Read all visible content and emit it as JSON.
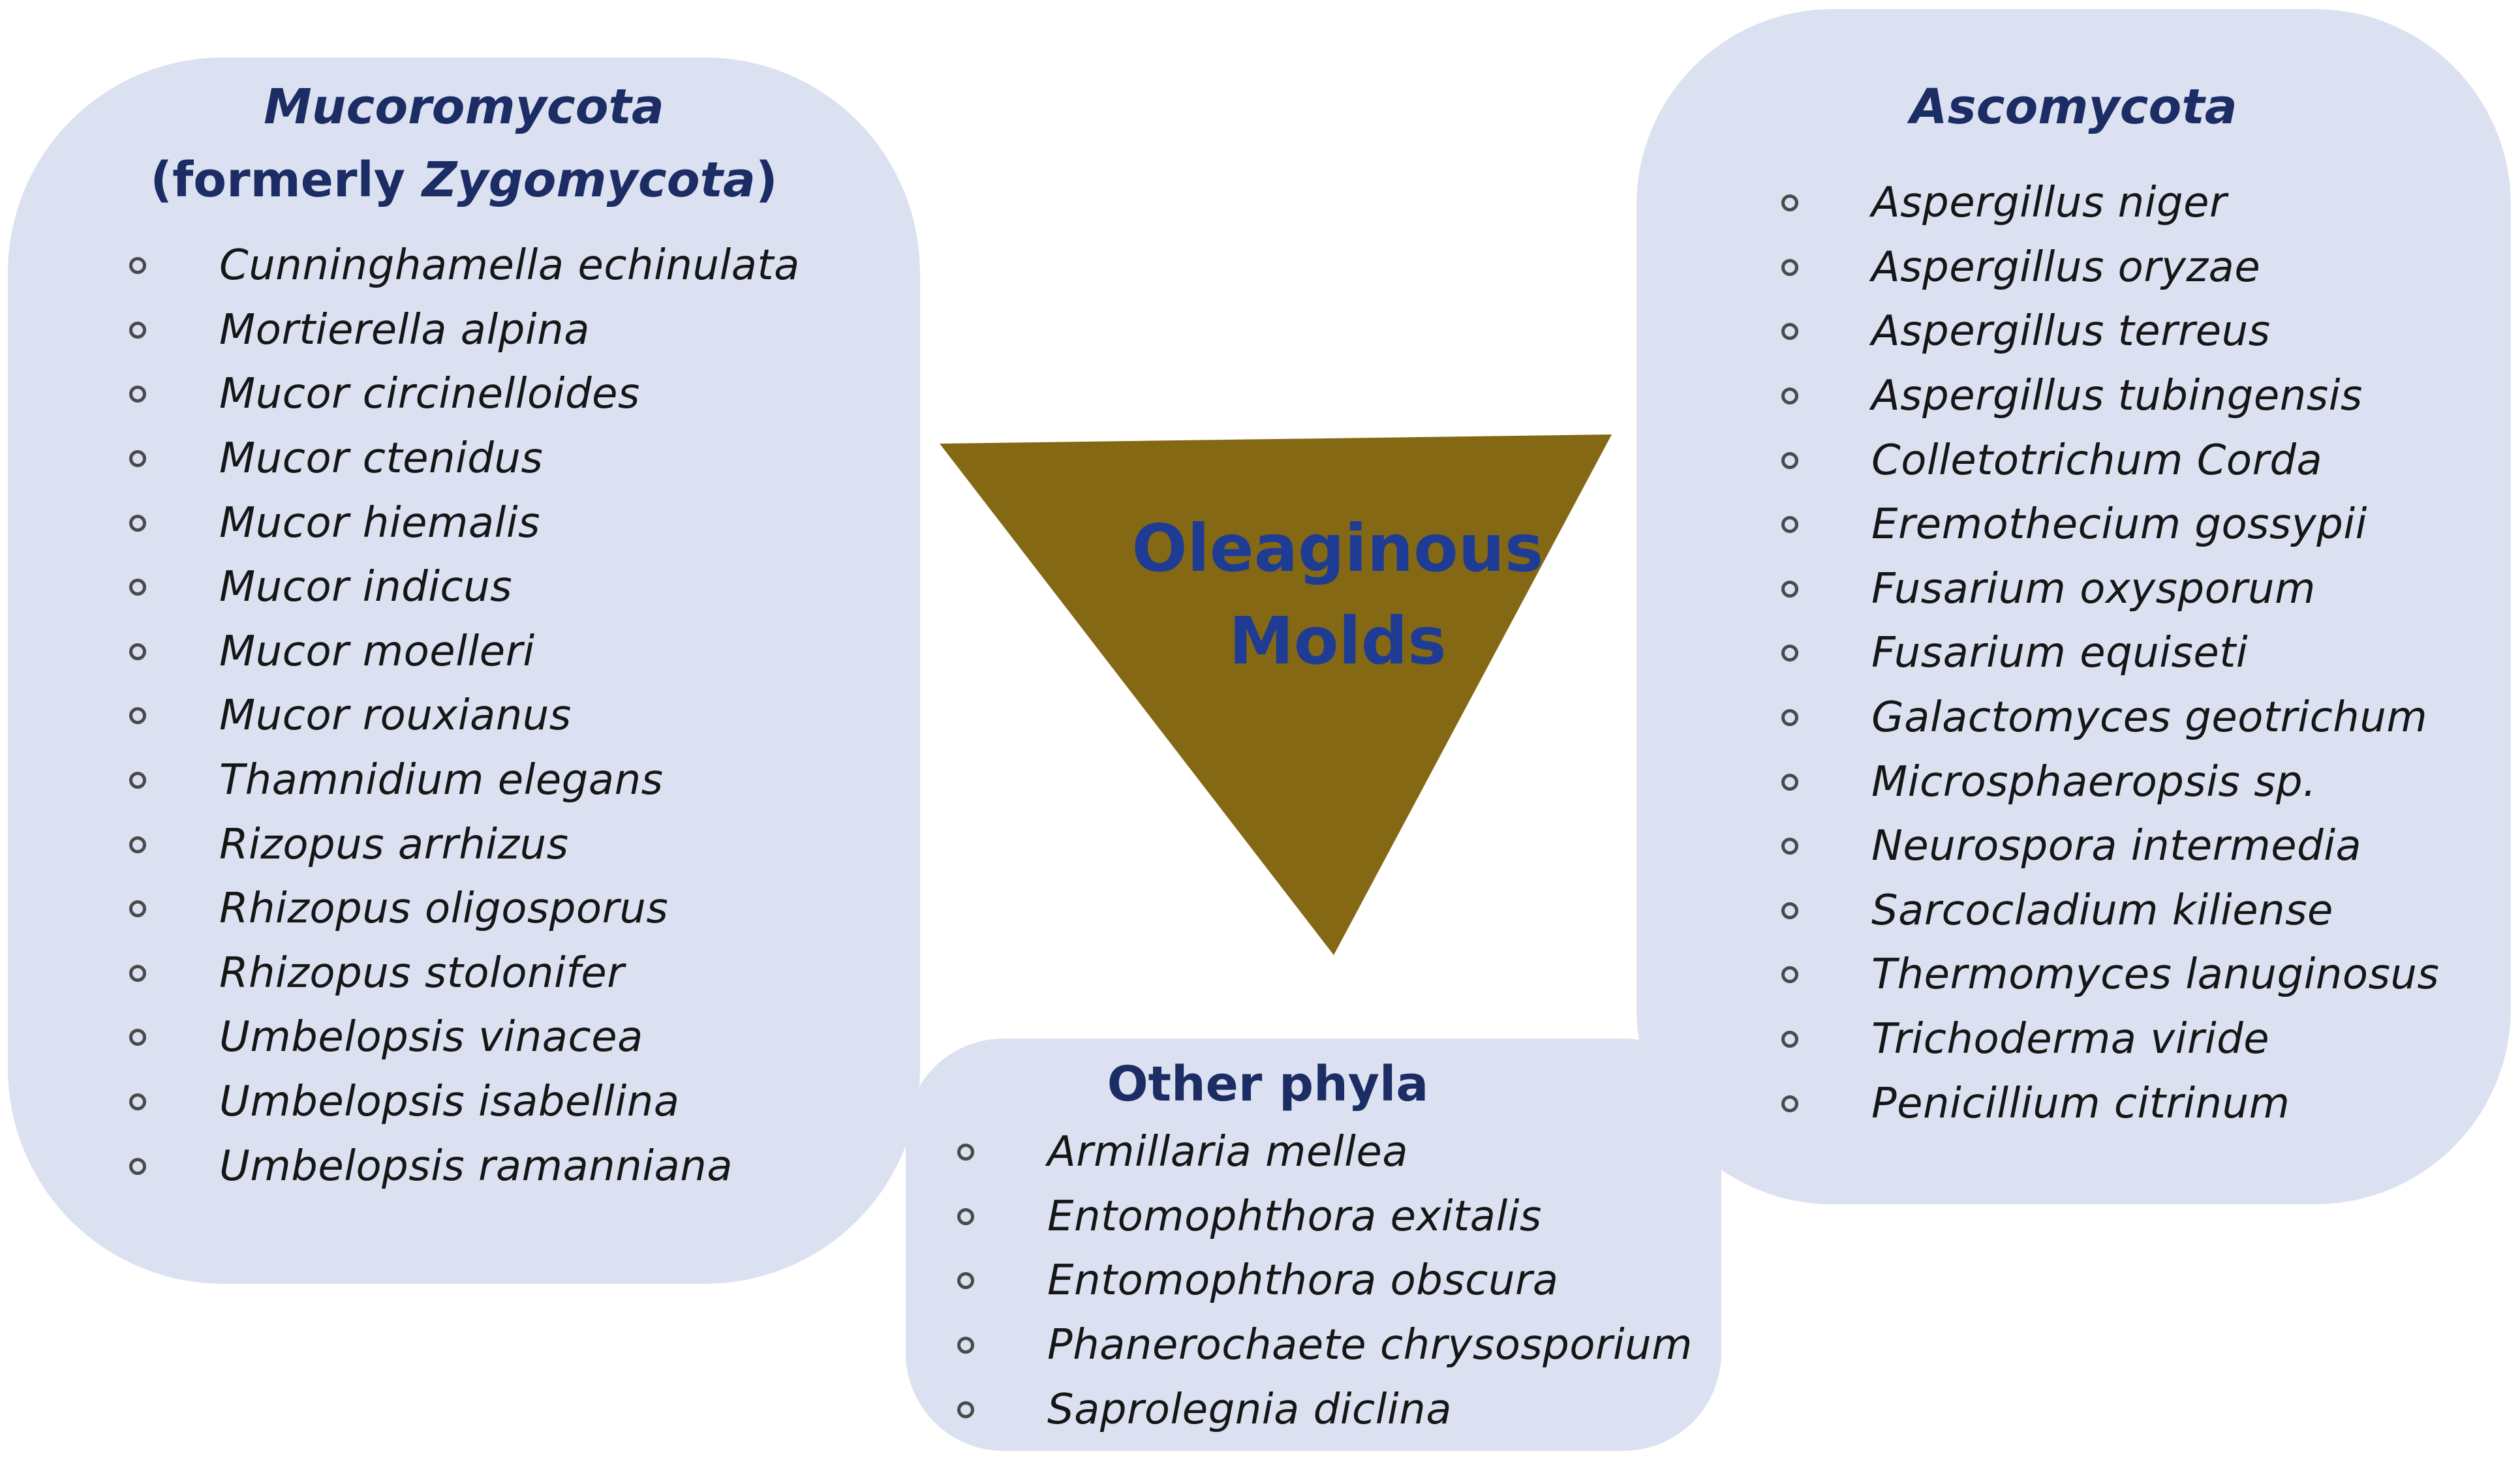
{
  "center": {
    "line1": "Oleaginous",
    "line2": "Molds",
    "triangle_color": "#856814",
    "text_color": "#1f3c94"
  },
  "mucoromycota": {
    "title": "Mucoromycota",
    "subtitle_open": "(formerly ",
    "subtitle_italic": "Zygomycota",
    "subtitle_close": ")",
    "items": [
      "Cunninghamella echinulata",
      "Mortierella alpina",
      "Mucor circinelloides",
      "Mucor ctenidus",
      "Mucor hiemalis",
      "Mucor indicus",
      "Mucor moelleri",
      "Mucor rouxianus",
      "Thamnidium elegans",
      "Rizopus arrhizus",
      "Rhizopus oligosporus",
      "Rhizopus stolonifer",
      "Umbelopsis vinacea",
      "Umbelopsis isabellina",
      "Umbelopsis ramanniana"
    ]
  },
  "ascomycota": {
    "title": "Ascomycota",
    "items": [
      "Aspergillus niger",
      "Aspergillus oryzae",
      "Aspergillus terreus",
      "Aspergillus tubingensis",
      "Colletotrichum Corda",
      "Eremothecium gossypii",
      "Fusarium oxysporum",
      "Fusarium equiseti",
      "Galactomyces geotrichum",
      "Microsphaeropsis sp.",
      "Neurospora intermedia",
      "Sarcocladium kiliense",
      "Thermomyces lanuginosus",
      "Trichoderma viride",
      "Penicillium citrinum"
    ]
  },
  "other": {
    "title": "Other phyla",
    "items": [
      "Armillaria mellea",
      "Entomophthora exitalis",
      "Entomophthora obscura",
      "Phanerochaete chrysosporium",
      "Saprolegnia diclina"
    ]
  },
  "colors": {
    "panel_fill": "#dbe1f0",
    "heading_text": "#1c2c64",
    "bullet": "#4a4a4a"
  }
}
